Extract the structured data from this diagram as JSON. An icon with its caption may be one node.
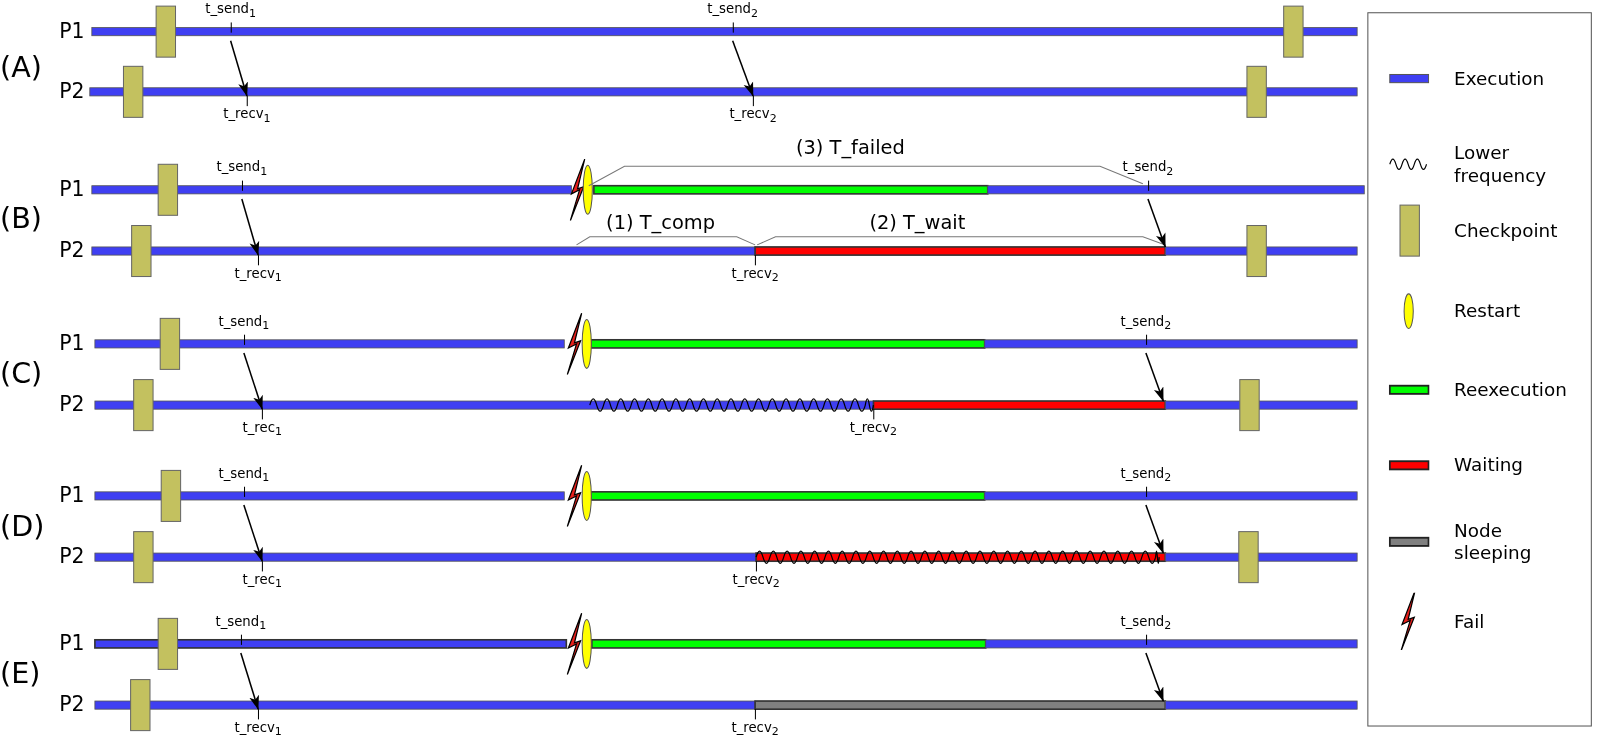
{
  "diagram": {
    "nodes": [
      {
        "text": [
          "t_send$_{1}$"
        ]
      },
      {
        "text": [
          "t_send$_{2}$"
        ]
      },
      {
        "text": [
          "t_recv$_{1}$"
        ]
      },
      {
        "text": [
          "t_recv$_{2}$"
        ]
      },
      {
        "text": [
          "t_send$_{1}$"
        ]
      },
      {
        "text": [
          "t_send$_{2}$"
        ]
      },
      {
        "text": [
          "t_recv$_{1}$"
        ]
      },
      {
        "text": [
          "t_recv$_{2}$"
        ]
      },
      {
        "text": [
          "t_send$_{1}$"
        ]
      },
      {
        "text": [
          "t_send$_{2}$"
        ]
      },
      {
        "text": [
          "t_rec$_{1}$"
        ]
      },
      {
        "text": [
          "t_recv$_{2}$"
        ]
      },
      {
        "text": [
          "t_send$_{1}$"
        ]
      },
      {
        "text": [
          "t_send$_{2}$"
        ]
      },
      {
        "text": [
          "t_rec$_{1}$"
        ]
      },
      {
        "text": [
          "t_recv$_{2}$"
        ]
      },
      {
        "text": [
          "t_send$_{1}$"
        ]
      },
      {
        "text": [
          "t_send$_{2}$"
        ]
      },
      {
        "text": [
          "t_recv$_{1}$"
        ]
      },
      {
        "text": [
          "t_recv$_{2}$"
        ]
      }
    ],
    "edges": [
      {
        "from": 0,
        "to": 2,
        "arrow": "to"
      },
      {
        "from": 1,
        "to": 3,
        "arrow": "to"
      },
      {
        "from": 4,
        "to": 6,
        "arrow": "to"
      },
      {
        "from": 5,
        "to": null,
        "arrow": "to"
      },
      {
        "from": 8,
        "to": 10,
        "arrow": "to"
      },
      {
        "from": 9,
        "to": null,
        "arrow": "to"
      },
      {
        "from": 12,
        "to": 14,
        "arrow": "to"
      },
      {
        "from": 13,
        "to": null,
        "arrow": "to"
      },
      {
        "from": 16,
        "to": 18,
        "arrow": "to"
      },
      {
        "from": 17,
        "to": null,
        "arrow": "to"
      }
    ],
    "labels": [
      "P1",
      "(A)",
      "P2",
      "(3) T_failed",
      "P1",
      "(B)",
      "(1) T_comp",
      "(2) T_wait",
      "P2",
      "P1",
      "(C)",
      "P2",
      "P1",
      "(D)",
      "P2",
      "P1",
      "(E)",
      "P2"
    ],
    "legend": [
      {
        "text": "Execution",
        "color": "#3f3ff2"
      },
      {
        "text": "Lower frequency"
      },
      {
        "text": "Checkpoint",
        "color": "#c3c15f"
      },
      {
        "text": "Restart",
        "color": "#ffff00"
      },
      {
        "text": "Reexecution",
        "color": "#00ff00"
      },
      {
        "text": "Waiting",
        "color": "#ff0000"
      },
      {
        "text": "Node sleeping",
        "color": "#808080"
      },
      {
        "text": "Fail"
      }
    ]
  }
}
